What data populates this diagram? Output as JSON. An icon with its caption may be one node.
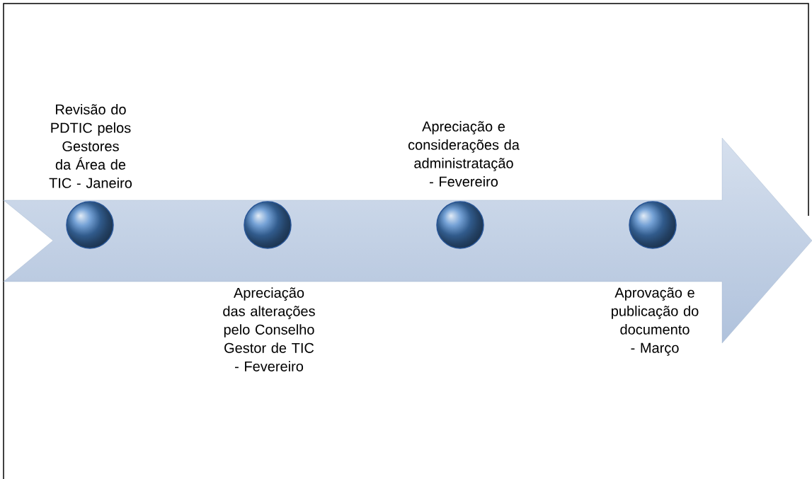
{
  "diagram": {
    "nodes": [
      {
        "text": [],
        "shape": "circle",
        "beside": [
          "Revisão do PDTIC pelos Gestores da Área de TIC - Janeiro"
        ]
      },
      {
        "text": [],
        "shape": "circle",
        "beside": [
          "Apreciação das alterações pelo Conselho Gestor de TIC - Fevereiro"
        ]
      },
      {
        "text": [],
        "shape": "circle",
        "beside": [
          "Apreciação  e considerações da administratação - Fevereiro"
        ]
      },
      {
        "text": [],
        "shape": "circle",
        "beside": [
          "Aprovação e publicação do documento - Março"
        ]
      }
    ]
  }
}
